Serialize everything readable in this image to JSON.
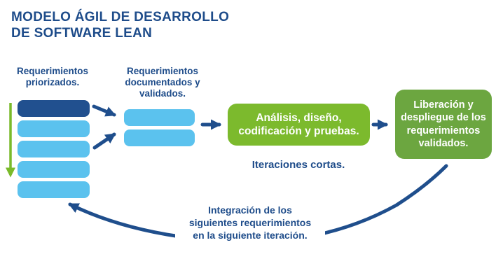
{
  "title": "MODELO ÁGIL DE DESARROLLO\nDE SOFTWARE LEAN",
  "labels": {
    "prioritized": "Requerimientos\npriorizados.",
    "documented": "Requerimientos\ndocumentados y\nvalidados.",
    "analysis_box": "Análisis, diseño,\ncodificación y pruebas.",
    "iterations": "Iteraciones cortas.",
    "release_box": "Liberación y\ndespliegue de los\nrequerimientos\nvalidados.",
    "integration": "Integración de los\nsiguientes requerimientos\nen la siguiente iteración."
  },
  "stacks": {
    "prioritized": [
      "dark",
      "light",
      "light",
      "light",
      "light"
    ],
    "documented": [
      "light",
      "light"
    ]
  },
  "icons": {
    "down_arrow": "priority-order-down-arrow",
    "flow_arrows": "flow-arrow",
    "loop_arrow": "feedback-loop-arrow"
  },
  "colors": {
    "background": "#FFFFFF",
    "dark_blue": "#1E4C8A",
    "arrow_blue": "#1F4E8C",
    "bar_dark": "#21508F",
    "bar_light": "#5BC2EE",
    "green_bright": "#7CBA2D",
    "green_dark": "#6CA640",
    "green_arrow": "#7ABA2A"
  }
}
